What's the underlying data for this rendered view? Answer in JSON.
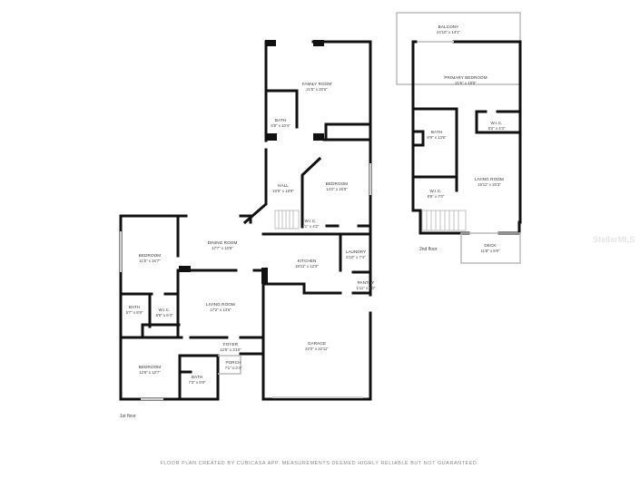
{
  "rooms_1st": [
    {
      "name": "FAMILY ROOM",
      "dims": "21'5\" x 20'6\""
    },
    {
      "name": "BATH",
      "dims": "5'8\" x 10'4\""
    },
    {
      "name": "HALL",
      "dims": "10'9\" x 18'9\""
    },
    {
      "name": "BEDROOM",
      "dims": "14'2\" x 16'9\""
    },
    {
      "name": "W.I.C.",
      "dims": "4'1\" x 4'2\""
    },
    {
      "name": "DINING ROOM",
      "dims": "17'7\" x 10'9\""
    },
    {
      "name": "KITCHEN",
      "dims": "19'11\" x 12'3\""
    },
    {
      "name": "LAUNDRY",
      "dims": "5'10\" x 7'4\""
    },
    {
      "name": "PANTRY",
      "dims": "1'11\" x 4'0\""
    },
    {
      "name": "BEDROOM",
      "dims": "11'5\" x 15'7\""
    },
    {
      "name": "BATH",
      "dims": "5'7\" x 8'9\""
    },
    {
      "name": "W.I.C.",
      "dims": "5'6\" x 6'4\""
    },
    {
      "name": "LIVING ROOM",
      "dims": "17'2\" x 13'6\""
    },
    {
      "name": "GARAGE",
      "dims": "22'0\" x 22'11\""
    },
    {
      "name": "FOYER",
      "dims": "12'6\" x 3'10\""
    },
    {
      "name": "PORCH",
      "dims": "7'1\" x 3'4\""
    },
    {
      "name": "BEDROOM",
      "dims": "12'8\" x 12'7\""
    },
    {
      "name": "BATH",
      "dims": "7'3\" x 8'9\""
    }
  ],
  "rooms_2nd": [
    {
      "name": "BALCONY",
      "dims": "24'10\" x 14'1\""
    },
    {
      "name": "PRIMARY BEDROOM",
      "dims": "21'5\" x 18'8\""
    },
    {
      "name": "BATH",
      "dims": "8'9\" x 13'6\""
    },
    {
      "name": "W.I.C.",
      "dims": "8'2\" x 4'3\""
    },
    {
      "name": "LIVING ROOM",
      "dims": "19'11\" x 20'3\""
    },
    {
      "name": "W.I.C.",
      "dims": "8'9\" x 7'0\""
    },
    {
      "name": "DECK",
      "dims": "11'8\" x 5'9\""
    }
  ],
  "floor_labels": {
    "first": "1st floor",
    "second": "2nd floor"
  },
  "watermark": "StellarMLS",
  "footer": "FLOOR PLAN CREATED BY CUBICASA APP. MEASUREMENTS DEEMED HIGHLY RELIABLE BUT NOT GUARANTEED.",
  "colors": {
    "wall": "#111111",
    "background": "#ffffff",
    "text": "#333333"
  }
}
